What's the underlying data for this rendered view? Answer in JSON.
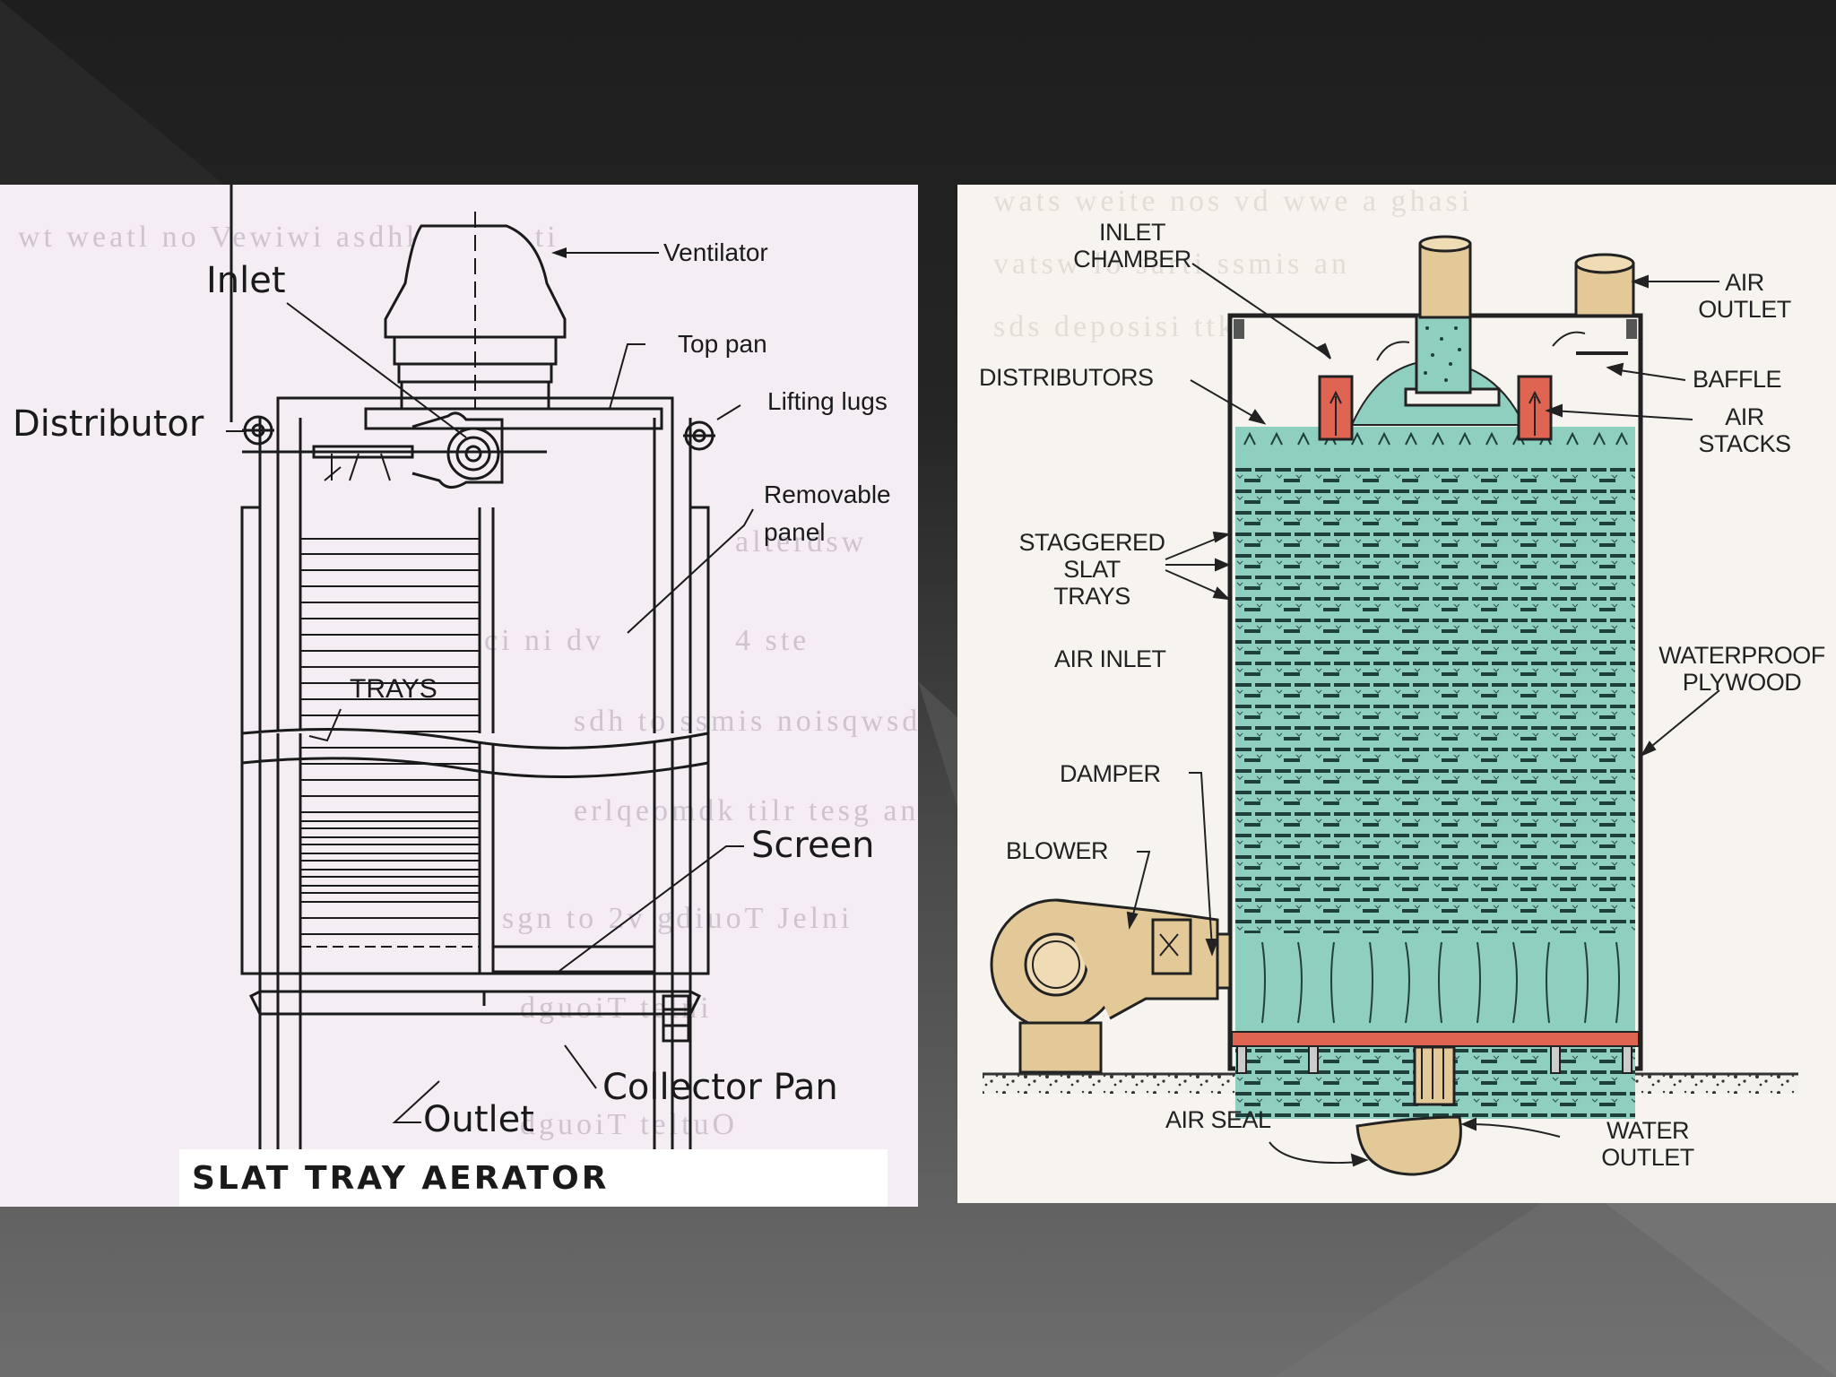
{
  "left_diagram": {
    "title": "SLAT TRAY AERATOR",
    "labels": {
      "ventilator": "Ventilator",
      "inlet": "Inlet",
      "top_pan": "Top pan",
      "distributor": "Distributor",
      "lifting_lugs": "Lifting lugs",
      "removable_panel_line1": "Removable",
      "removable_panel_line2": "panel",
      "trays": "TRAYS",
      "screen": "Screen",
      "outlet": "Outlet",
      "collector_pan": "Collector  Pan"
    }
  },
  "right_diagram": {
    "labels": {
      "inlet_chamber_line1": "INLET",
      "inlet_chamber_line2": "CHAMBER",
      "air_outlet_line1": "AIR",
      "air_outlet_line2": "OUTLET",
      "distributors": "DISTRIBUTORS",
      "baffle": "BAFFLE",
      "air_stacks_line1": "AIR",
      "air_stacks_line2": "STACKS",
      "staggered_line1": "STAGGERED",
      "staggered_line2": "SLAT",
      "staggered_line3": "TRAYS",
      "air_inlet": "AIR INLET",
      "waterproof_line1": "WATERPROOF",
      "waterproof_line2": "PLYWOOD",
      "damper": "DAMPER",
      "blower": "BLOWER",
      "air_seal": "AIR SEAL",
      "water_outlet_line1": "WATER",
      "water_outlet_line2": "OUTLET"
    }
  },
  "colors": {
    "tank_fill": "#8ecfc0",
    "stack_red": "#e06452",
    "pipe_tan": "#e3c998",
    "left_paper": "#f4eef4"
  }
}
